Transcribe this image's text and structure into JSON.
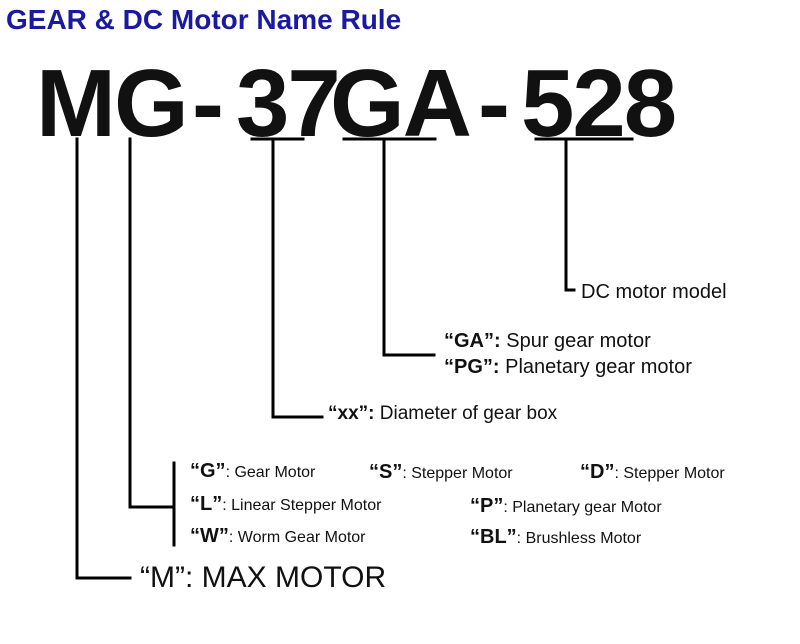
{
  "title": "GEAR & DC Motor Name Rule",
  "code": {
    "prefix": "MG",
    "dash1": "-",
    "diameter": "37",
    "gear_type": "GA",
    "dash2": "-",
    "model": "528"
  },
  "descriptions": {
    "model": "DC motor model",
    "spur": {
      "key": "“GA”:",
      "text": " Spur gear motor"
    },
    "planetary": {
      "key": "“PG”:",
      "text": " Planetary gear motor"
    },
    "diameter": {
      "key": "“xx”:",
      "text": " Diameter of gear box"
    },
    "type_options": [
      {
        "key": "“G”",
        "text": ": Gear Motor"
      },
      {
        "key": "“S”",
        "text": ": Stepper Motor"
      },
      {
        "key": "“D”",
        "text": ": Stepper Motor"
      },
      {
        "key": "“L”",
        "text": ": Linear Stepper Motor"
      },
      {
        "key": "“P”",
        "text": ": Planetary gear Motor"
      },
      {
        "key": "“W”",
        "text": ": Worm Gear Motor"
      },
      {
        "key": "“BL”",
        "text": ": Brushless Motor"
      }
    ],
    "maker": {
      "key": "“M”",
      "text": ": MAX MOTOR"
    }
  }
}
